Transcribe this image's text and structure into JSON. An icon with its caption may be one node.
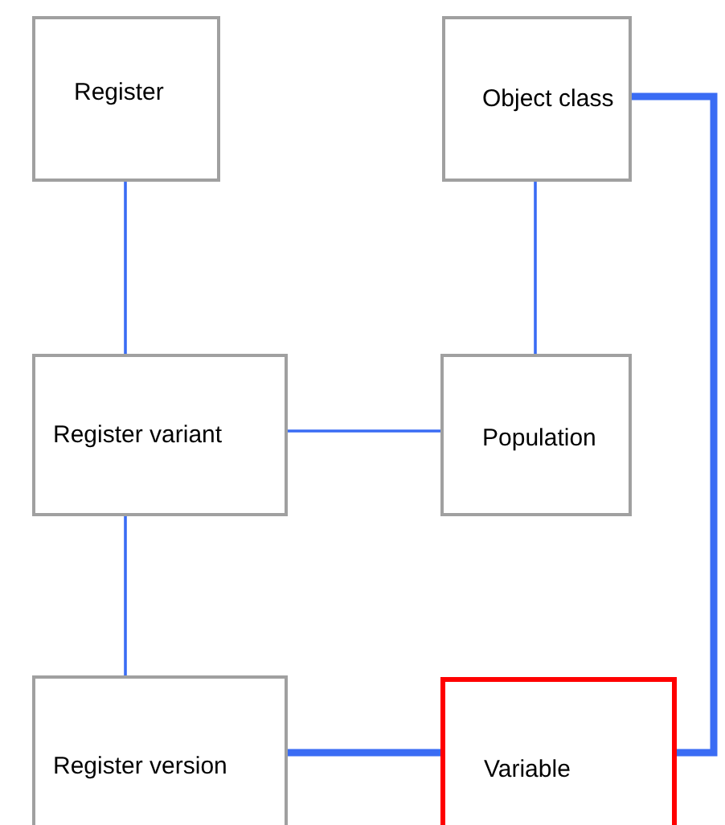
{
  "diagram": {
    "nodes": [
      {
        "text": [
          "Register"
        ]
      },
      {
        "text": [
          "Object class"
        ]
      },
      {
        "text": [
          "Register variant"
        ]
      },
      {
        "text": [
          "Population"
        ]
      },
      {
        "text": [
          "Register version"
        ]
      },
      {
        "text": [
          "Variable"
        ]
      }
    ],
    "edges": [
      {
        "from": 0,
        "to": 2,
        "arrow": "none"
      },
      {
        "from": 1,
        "to": 3,
        "arrow": "none"
      },
      {
        "from": 2,
        "to": 3,
        "arrow": "none"
      },
      {
        "from": 2,
        "to": 4,
        "arrow": "none"
      },
      {
        "from": 4,
        "to": 5,
        "arrow": "none",
        "style": "thick"
      },
      {
        "from": 1,
        "to": 5,
        "arrow": "none",
        "style": "thick"
      }
    ]
  }
}
